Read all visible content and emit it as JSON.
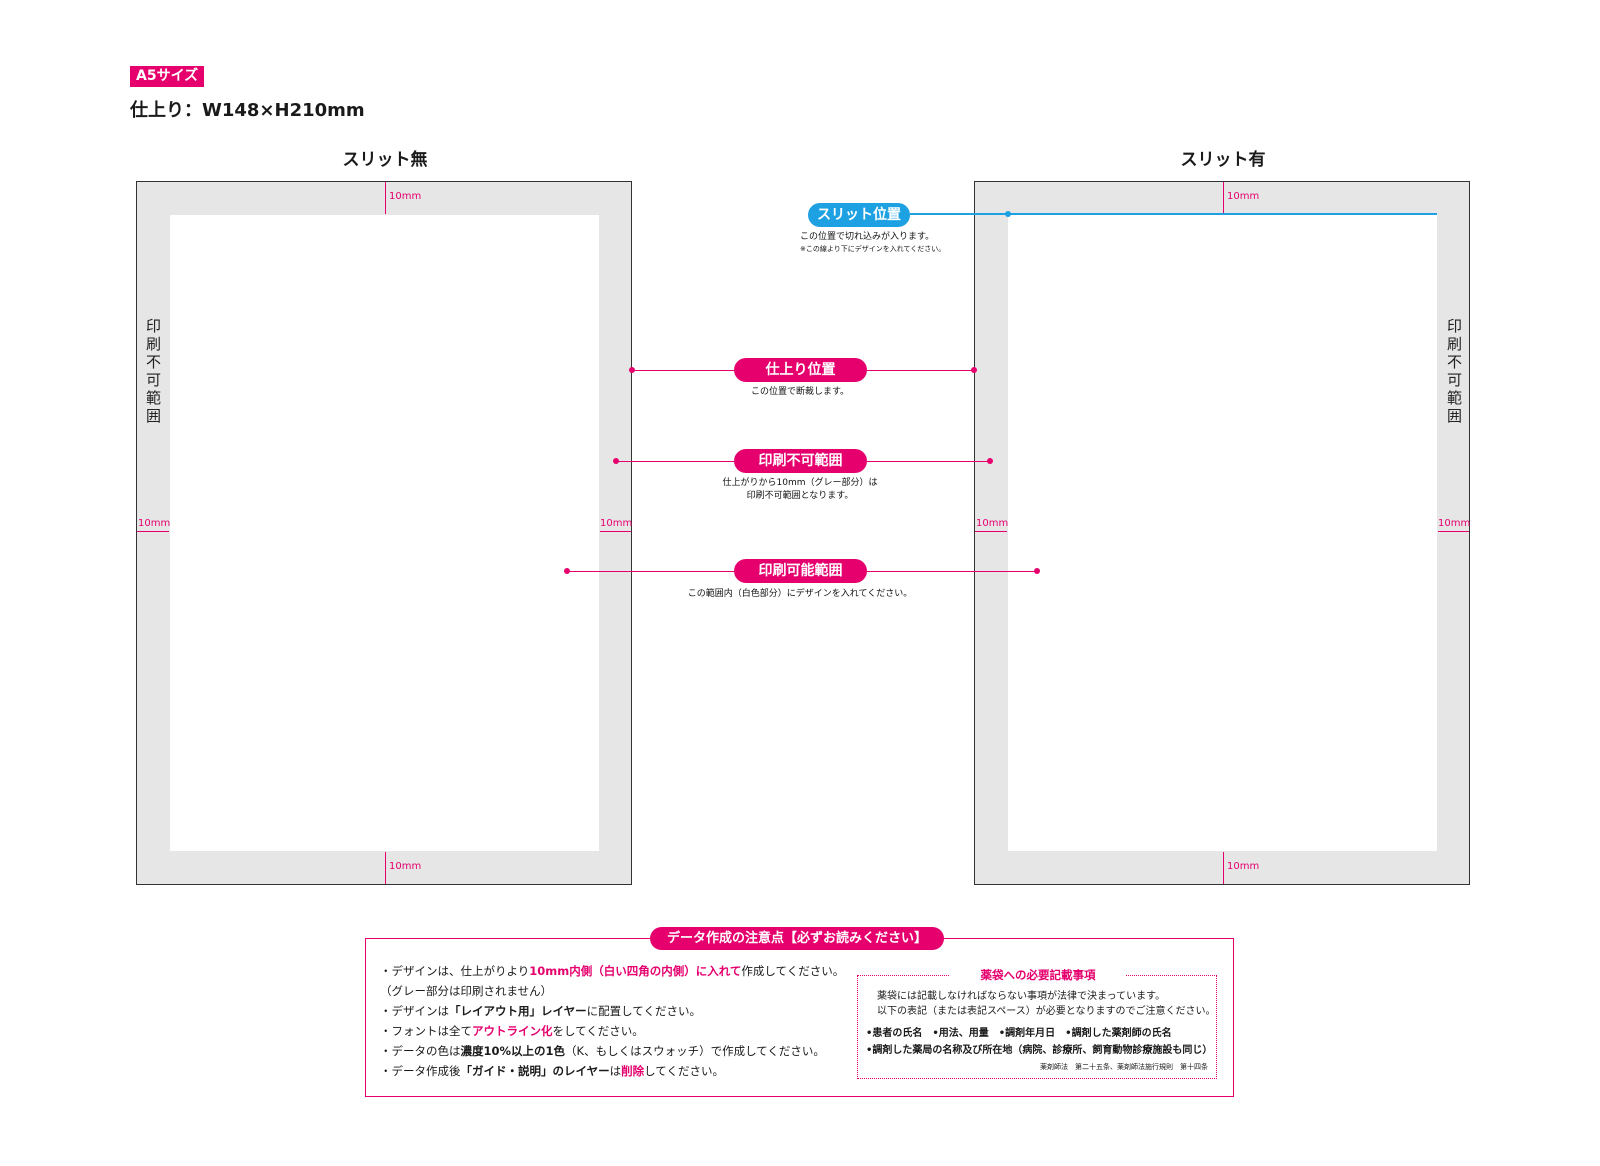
{
  "header": {
    "size_badge": "A5サイズ",
    "finish_size": "仕上り：W148×H210mm"
  },
  "panels": {
    "left_title": "スリット無",
    "right_title": "スリット有",
    "unprintable_vertical": "印刷不可範囲",
    "margin_label": "10mm"
  },
  "callouts": {
    "slit": {
      "label": "スリット位置",
      "desc1": "この位置で切れ込みが入ります。",
      "desc2": "※この線より下にデザインを入れてください。"
    },
    "finish": {
      "label": "仕上り位置",
      "desc1": "この位置で断裁します。"
    },
    "unprintable": {
      "label": "印刷不可範囲",
      "desc1": "仕上がりから10mm（グレー部分）は",
      "desc2": "印刷不可範囲となります。"
    },
    "printable": {
      "label": "印刷可能範囲",
      "desc1": "この範囲内（白色部分）にデザインを入れてください。"
    }
  },
  "notes": {
    "heading": "データ作成の注意点【必ずお読みください】",
    "l1a": "・デザインは、仕上がりより",
    "l1b": "10mm内側（白い四角の内側）に入れて",
    "l1c": "作成してください。",
    "l2": "（グレー部分は印刷されません）",
    "l3a": "・デザインは",
    "l3b": "「レイアウト用」レイヤー",
    "l3c": "に配置してください。",
    "l4a": "・フォントは全て",
    "l4b": "アウトライン化",
    "l4c": "をしてください。",
    "l5a": "・データの色は",
    "l5b": "濃度10%以上の1色",
    "l5c": "（K、もしくはスウォッチ）で作成してください。",
    "l6a": "・データ作成後",
    "l6b": "「ガイド・説明」のレイヤー",
    "l6c": "は",
    "l6d": "削除",
    "l6e": "してください。"
  },
  "medicine": {
    "title": "薬袋への必要記載事項",
    "t1": "薬袋には記載しなければならない事項が法律で決まっています。",
    "t2": "以下の表記（または表記スペース）が必要となりますのでご注意ください。",
    "b1": "•患者の氏名　•用法、用量　•調剤年月日　•調剤した薬剤師の氏名",
    "b2": "•調剤した薬局の名称及び所在地（病院、診療所、飼育動物診療施設も同じ）",
    "foot": "薬剤師法　第二十五条、薬剤師法施行規則　第十四条"
  },
  "colors": {
    "accent": "#e5006e",
    "slit": "#1da1e2",
    "gray_area": "#e6e6e6"
  }
}
